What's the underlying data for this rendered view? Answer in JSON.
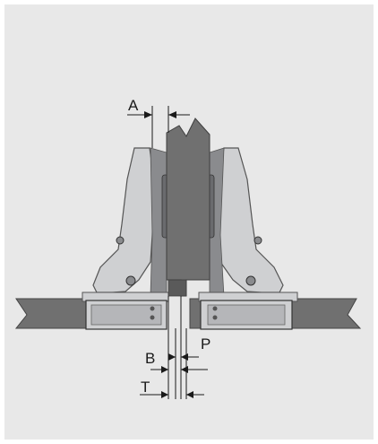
{
  "diagram": {
    "labels": {
      "a": "A",
      "b": "B",
      "p": "P",
      "t": "T"
    },
    "colors": {
      "panel_background": "#e8e8e8",
      "door_panel": "#707070",
      "door_edge": "#5a5a5a",
      "hinge_arm": "#cfd0d2",
      "hinge_shadow": "#8a8b8e",
      "dimension_line": "#1a1a1a"
    }
  }
}
